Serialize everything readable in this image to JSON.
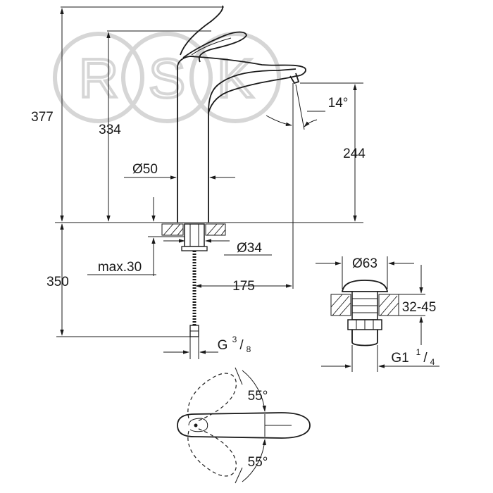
{
  "watermark": {
    "letters": [
      "R",
      "S",
      "K"
    ],
    "color": "#d6d6d6"
  },
  "dimensions": {
    "total_height": "377",
    "spout_height": "334",
    "outlet_height": "244",
    "spout_angle": "14°",
    "body_diameter": "Ø50",
    "mount_diameter": "Ø34",
    "max_thickness": "max.30",
    "hose_length": "350",
    "reach": "175",
    "connection_main": "G",
    "connection_sup": "3",
    "connection_sub": "8",
    "waste_diameter": "Ø63",
    "waste_thickness": "32-45",
    "waste_thread_main": "G1",
    "waste_thread_sup": "1",
    "waste_thread_sub": "4",
    "handle_angle_top": "55°",
    "handle_angle_bottom": "55°"
  },
  "colors": {
    "line": "#1a1a1a",
    "background": "#ffffff"
  }
}
